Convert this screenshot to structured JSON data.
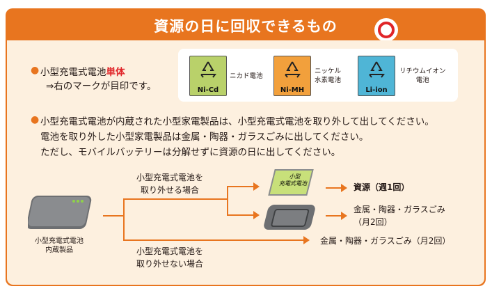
{
  "title": "資源の日に回収できるもの",
  "section1": {
    "line1_prefix": "小型充電式電池",
    "line1_emphasis": "単体",
    "line2": "⇒右のマークが目印です。"
  },
  "marks": [
    {
      "code": "Ni-Cd",
      "label": "ニカド電池",
      "color": "#b9d16a"
    },
    {
      "code": "Ni-MH",
      "label": "ニッケル\n水素電池",
      "color": "#f2a03c"
    },
    {
      "code": "Li-ion",
      "label": "リチウムイオン\n電池",
      "color": "#4fb5d6"
    }
  ],
  "section2": {
    "line1": "小型充電式電池が内蔵された小型家電製品は、小型充電式電池を取り外して出してください。",
    "line2": "電池を取り外した小型家電製品は金属・陶器・ガラスごみに出してください。",
    "line3": "ただし、モバイルバッテリーは分解せずに資源の日に出してください。"
  },
  "diagram": {
    "device_label": "小型充電式電池\n内蔵製品",
    "removable_label": "小型充電式電池を\n取り外せる場合",
    "not_removable_label": "小型充電式電池を\n取り外せない場合",
    "battery_text": "小型\n充電式電池",
    "result_resource": "資源（週1回）",
    "result_metal_line1": "金属・陶器・ガラスごみ",
    "result_metal_line2": "（月2回）",
    "result_metal_single": "金属・陶器・ガラスごみ（月2回）"
  },
  "colors": {
    "accent": "#e8751f",
    "red": "#e02428",
    "panel_bg": "#fdf0df"
  }
}
